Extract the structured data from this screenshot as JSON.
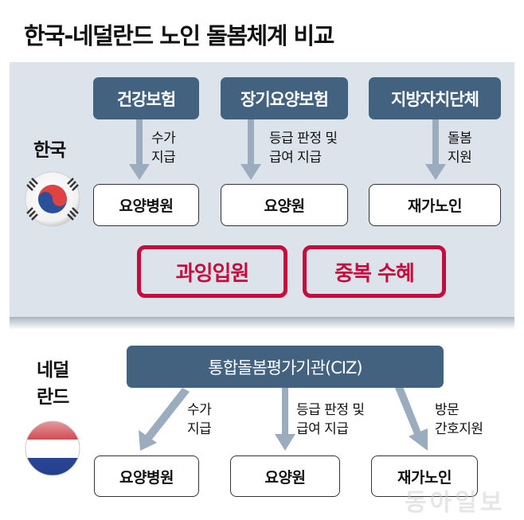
{
  "title": "한국-네덜란드 노인 돌봄체계 비교",
  "colors": {
    "panel_bg": "#dce3ea",
    "dark_box": "#43627f",
    "arrow": "#9aacbd",
    "stamp_red": "#c40c3f"
  },
  "korea": {
    "label": "한국",
    "flag_icon": "south-korea-flag",
    "payers": [
      {
        "label": "건강보험",
        "flow_note_line1": "수가",
        "flow_note_line2": "지급",
        "recipient": "요양병원"
      },
      {
        "label": "장기요양보험",
        "flow_note_line1": "등급 판정 및",
        "flow_note_line2": "급여 지급",
        "recipient": "요양원"
      },
      {
        "label": "지방자치단체",
        "flow_note_line1": "돌봄",
        "flow_note_line2": "지원",
        "recipient": "재가노인"
      }
    ],
    "problems": [
      "과잉입원",
      "중복 수혜"
    ]
  },
  "netherlands": {
    "label_line1": "네덜",
    "label_line2": "란드",
    "flag_icon": "netherlands-flag",
    "agency": "통합돌봄평가기관(CIZ)",
    "flows": [
      {
        "note_line1": "수가",
        "note_line2": "지급",
        "recipient": "요양병원"
      },
      {
        "note_line1": "등급 판정 및",
        "note_line2": "급여 지급",
        "recipient": "요양원"
      },
      {
        "note_line1": "방문",
        "note_line2": "간호지원",
        "recipient": "재가노인"
      }
    ]
  },
  "watermark": "동아일보"
}
